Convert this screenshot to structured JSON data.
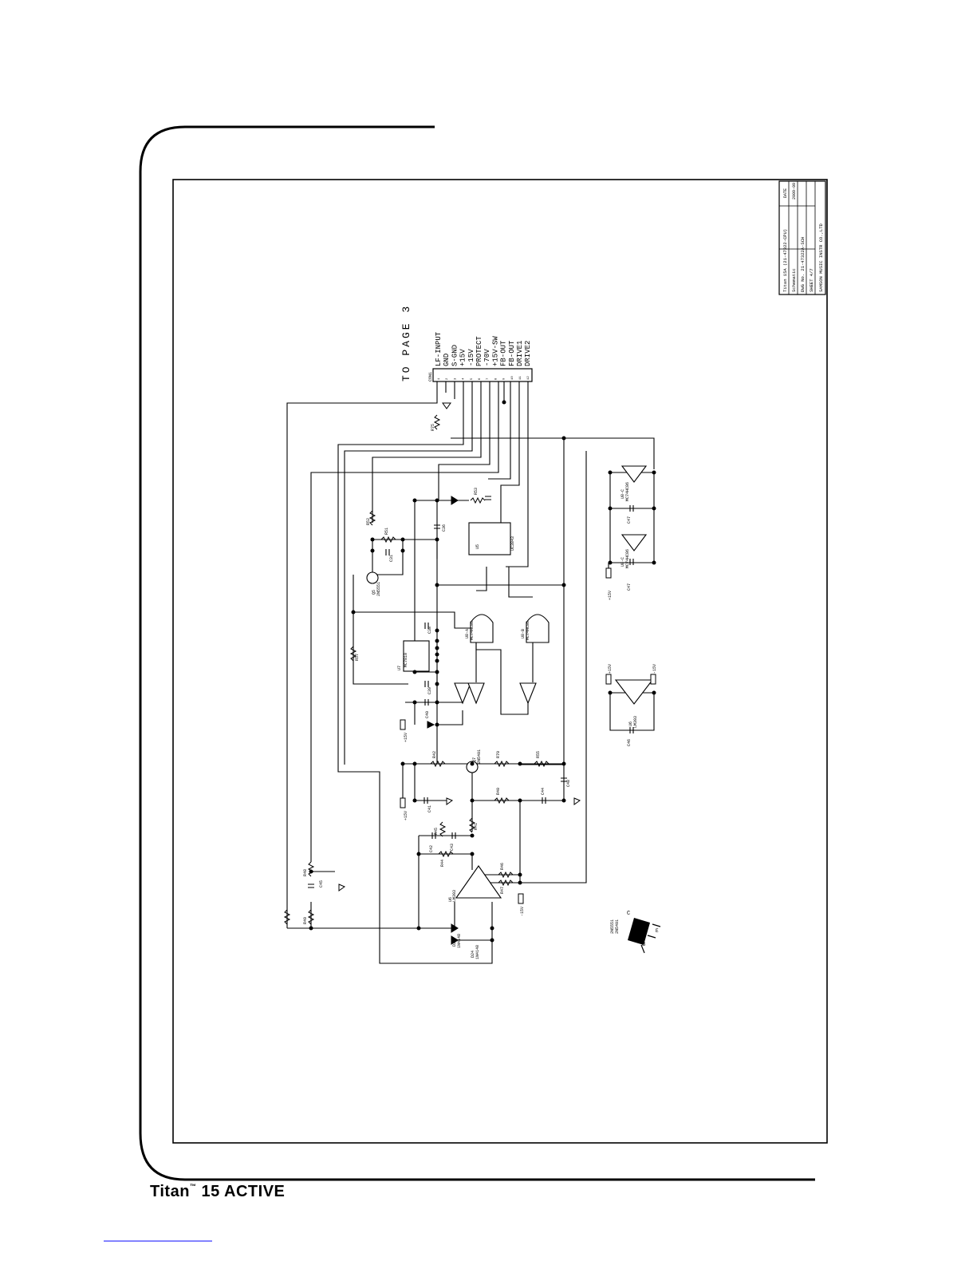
{
  "header": {
    "to_page": "TO PAGE 3"
  },
  "connector": {
    "name": "CON1",
    "pins": [
      "LF-INPUT",
      "GND",
      "S-GND",
      "+15V",
      "-15V",
      "PROTECT",
      "-70V",
      "+15V-SW",
      "FB-OUT",
      "FB-OUT",
      "DRIVE1",
      "DRIVE2"
    ]
  },
  "title_block": {
    "rows": [
      "Titan 15A (21-47322-CPU)",
      "Schematic",
      "DWG No. 21-47322A-SCH",
      "SHEET 4/7"
    ],
    "company": "SAMSON MUSIC INSTR CO.,LTD",
    "side_cells": [
      "DATE",
      "2009-09"
    ]
  },
  "components": {
    "r75": "R75",
    "r52": "R52",
    "r51": "R51",
    "r53": "R53",
    "r57": "R57",
    "r42": "R42",
    "r70": "R70",
    "r55": "R55",
    "r40": "R40",
    "r41": "R41",
    "r44": "R44",
    "r45": "R45",
    "r46": "R46",
    "r47": "R47",
    "r48": "R48",
    "r49": "R49",
    "c31": "C31",
    "c36": "C36",
    "c38": "C38",
    "c39": "C39",
    "c40": "C40",
    "c41": "C41",
    "c42": "C42",
    "c43": "C43",
    "c44": "C44",
    "c45": "C45",
    "c46": "C46",
    "c47": "C47",
    "c48": "C48",
    "q5": "Q5",
    "q5_part": "2N5551",
    "q7": "Q7",
    "q7_part": "2N5401",
    "u5": "U5",
    "u5_part": "UC3843",
    "u6": "U6",
    "u6_part": "LM393",
    "u7": "U7",
    "u7_part": "MC7810",
    "u8a": "U8-A",
    "u8b": "U8-B",
    "u8c": "U8-C",
    "u8_part": "MC74HC86",
    "d24": "D24",
    "d25": "D25",
    "d26": "D26",
    "d_part": "1N4148",
    "plus15": "+15V",
    "minus15": "-15V",
    "transistor_pinout": [
      "2N5551",
      "2N5401"
    ],
    "pin_c": "C",
    "pin_b": "B",
    "pin_e": "E"
  },
  "footer": {
    "product": "Titan",
    "tm": "™",
    "model": " 15 ACTIVE"
  }
}
